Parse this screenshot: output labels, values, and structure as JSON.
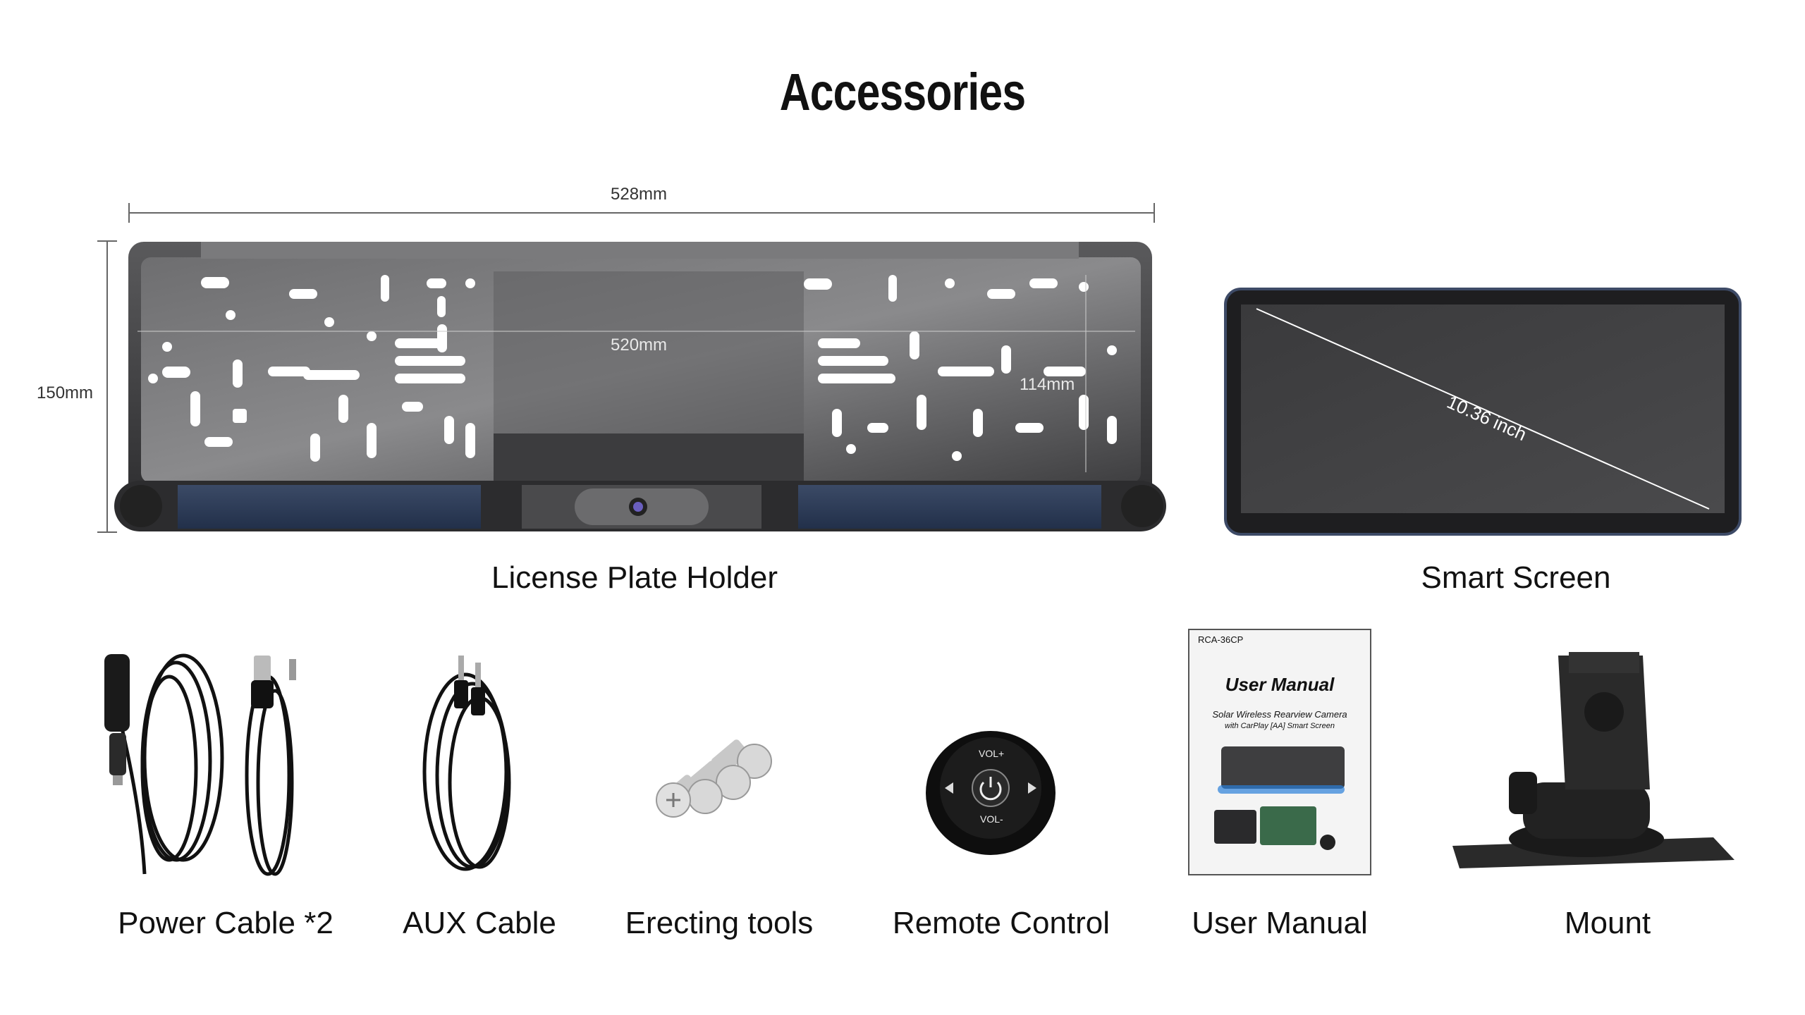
{
  "title": "Accessories",
  "dimensions": {
    "width_outer": "528mm",
    "width_inner": "520mm",
    "height_outer": "150mm",
    "height_inner": "114mm",
    "screen_diagonal": "10.36 inch"
  },
  "items": {
    "plate_holder": "License Plate Holder",
    "smart_screen": "Smart Screen",
    "power_cable": "Power Cable *2",
    "aux_cable": "AUX Cable",
    "erecting_tools": "Erecting tools",
    "remote_control": "Remote Control",
    "user_manual": "User Manual",
    "mount": "Mount"
  },
  "remote": {
    "vol_up": "VOL+",
    "vol_down": "VOL-"
  },
  "manual": {
    "model": "RCA-36CP",
    "heading": "User Manual",
    "subtitle_line1": "Solar Wireless Rearview Camera",
    "subtitle_line2": "with CarPlay [AA] Smart Screen"
  }
}
